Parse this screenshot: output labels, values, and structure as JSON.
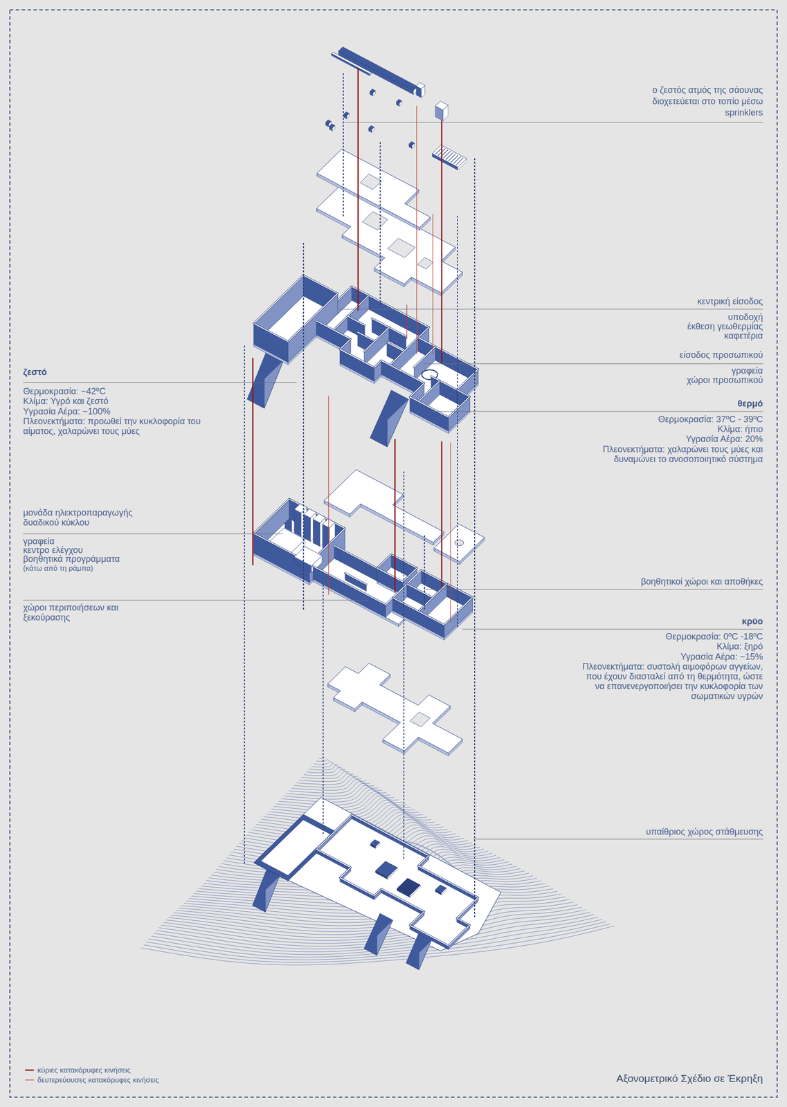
{
  "diagram": {
    "caption": "Αξονομετρικό Σχέδιο σε Έκρηξη",
    "labels": [
      "ο ζεστός ατμός της σάουνας διοχετεύεται στο τοπίο μέσω sprinklers",
      "κεντρική είσοδος",
      "υποδοχή",
      "έκθεση γεωθερμίας",
      "καφετέρια",
      "είσοδος προσωπικού",
      "γραφεία",
      "χώροι προσωπικού",
      "θερμό",
      "Θερμοκρασία: 37ºC - 39ºC",
      "Κλίμα: ήπιο",
      "Υγρασία Αέρα: 20%",
      "Πλεονεκτήματα: χαλαρώνει τους μύες και δυναμώνει το ανοσοποιητικό σύστημα",
      "ζεστό",
      "Θερμοκρασία: ~42ºC",
      "Κλίμα: Υγρό και ζεστό",
      "Υγρασία Αέρα: ~100%",
      "Πλεονεκτήματα: προωθεί την κυκλοφορία του αίματος, χαλαρώνει τους μύες",
      "μονάδα ηλεκτροπαραγωγής δυαδικού κύκλου",
      "γραφεία",
      "κεντρο ελέγχου",
      "βοηθητικά προγράμματα",
      "(κάτω από τη ράμπα)",
      "χώροι περιποιήσεων και ξεκούρασης",
      "βοηθητικοί χώροι και αποθήκες",
      "κρύο",
      "Θερμοκρασία: 0ºC -18ºC",
      "Κλίμα: ξηρό",
      "Υγρασία Αέρα: ~15%",
      "Πλεονεκτήματα: συστολή αιμοφόρων αγγείων, που έχουν διασταλεί από τη θερμότητα, ώστε να επανενεργοποιήσει την κυκλοφορία των σωματικών υγρών",
      "υπαίθριος χώρος στάθμευσης"
    ],
    "legend": [
      {
        "text": "κύριες κατακόρυφες κινήσεις"
      },
      {
        "text": "δευτερεύουσες κατακόρυφες κινήσεις"
      }
    ]
  }
}
